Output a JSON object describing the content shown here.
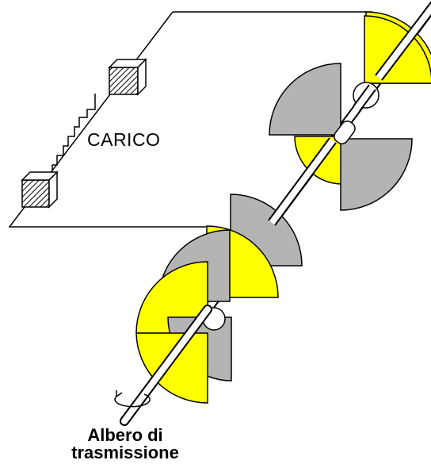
{
  "labels": {
    "load": "CARICO",
    "shaft_line1": "Albero di",
    "shaft_line2": "trasmissione"
  },
  "colors": {
    "background": "#ffffff",
    "outline": "#000000",
    "blade_yellow": "#ffff00",
    "blade_gray": "#b4b4b4",
    "shaft": "#ffffff"
  }
}
